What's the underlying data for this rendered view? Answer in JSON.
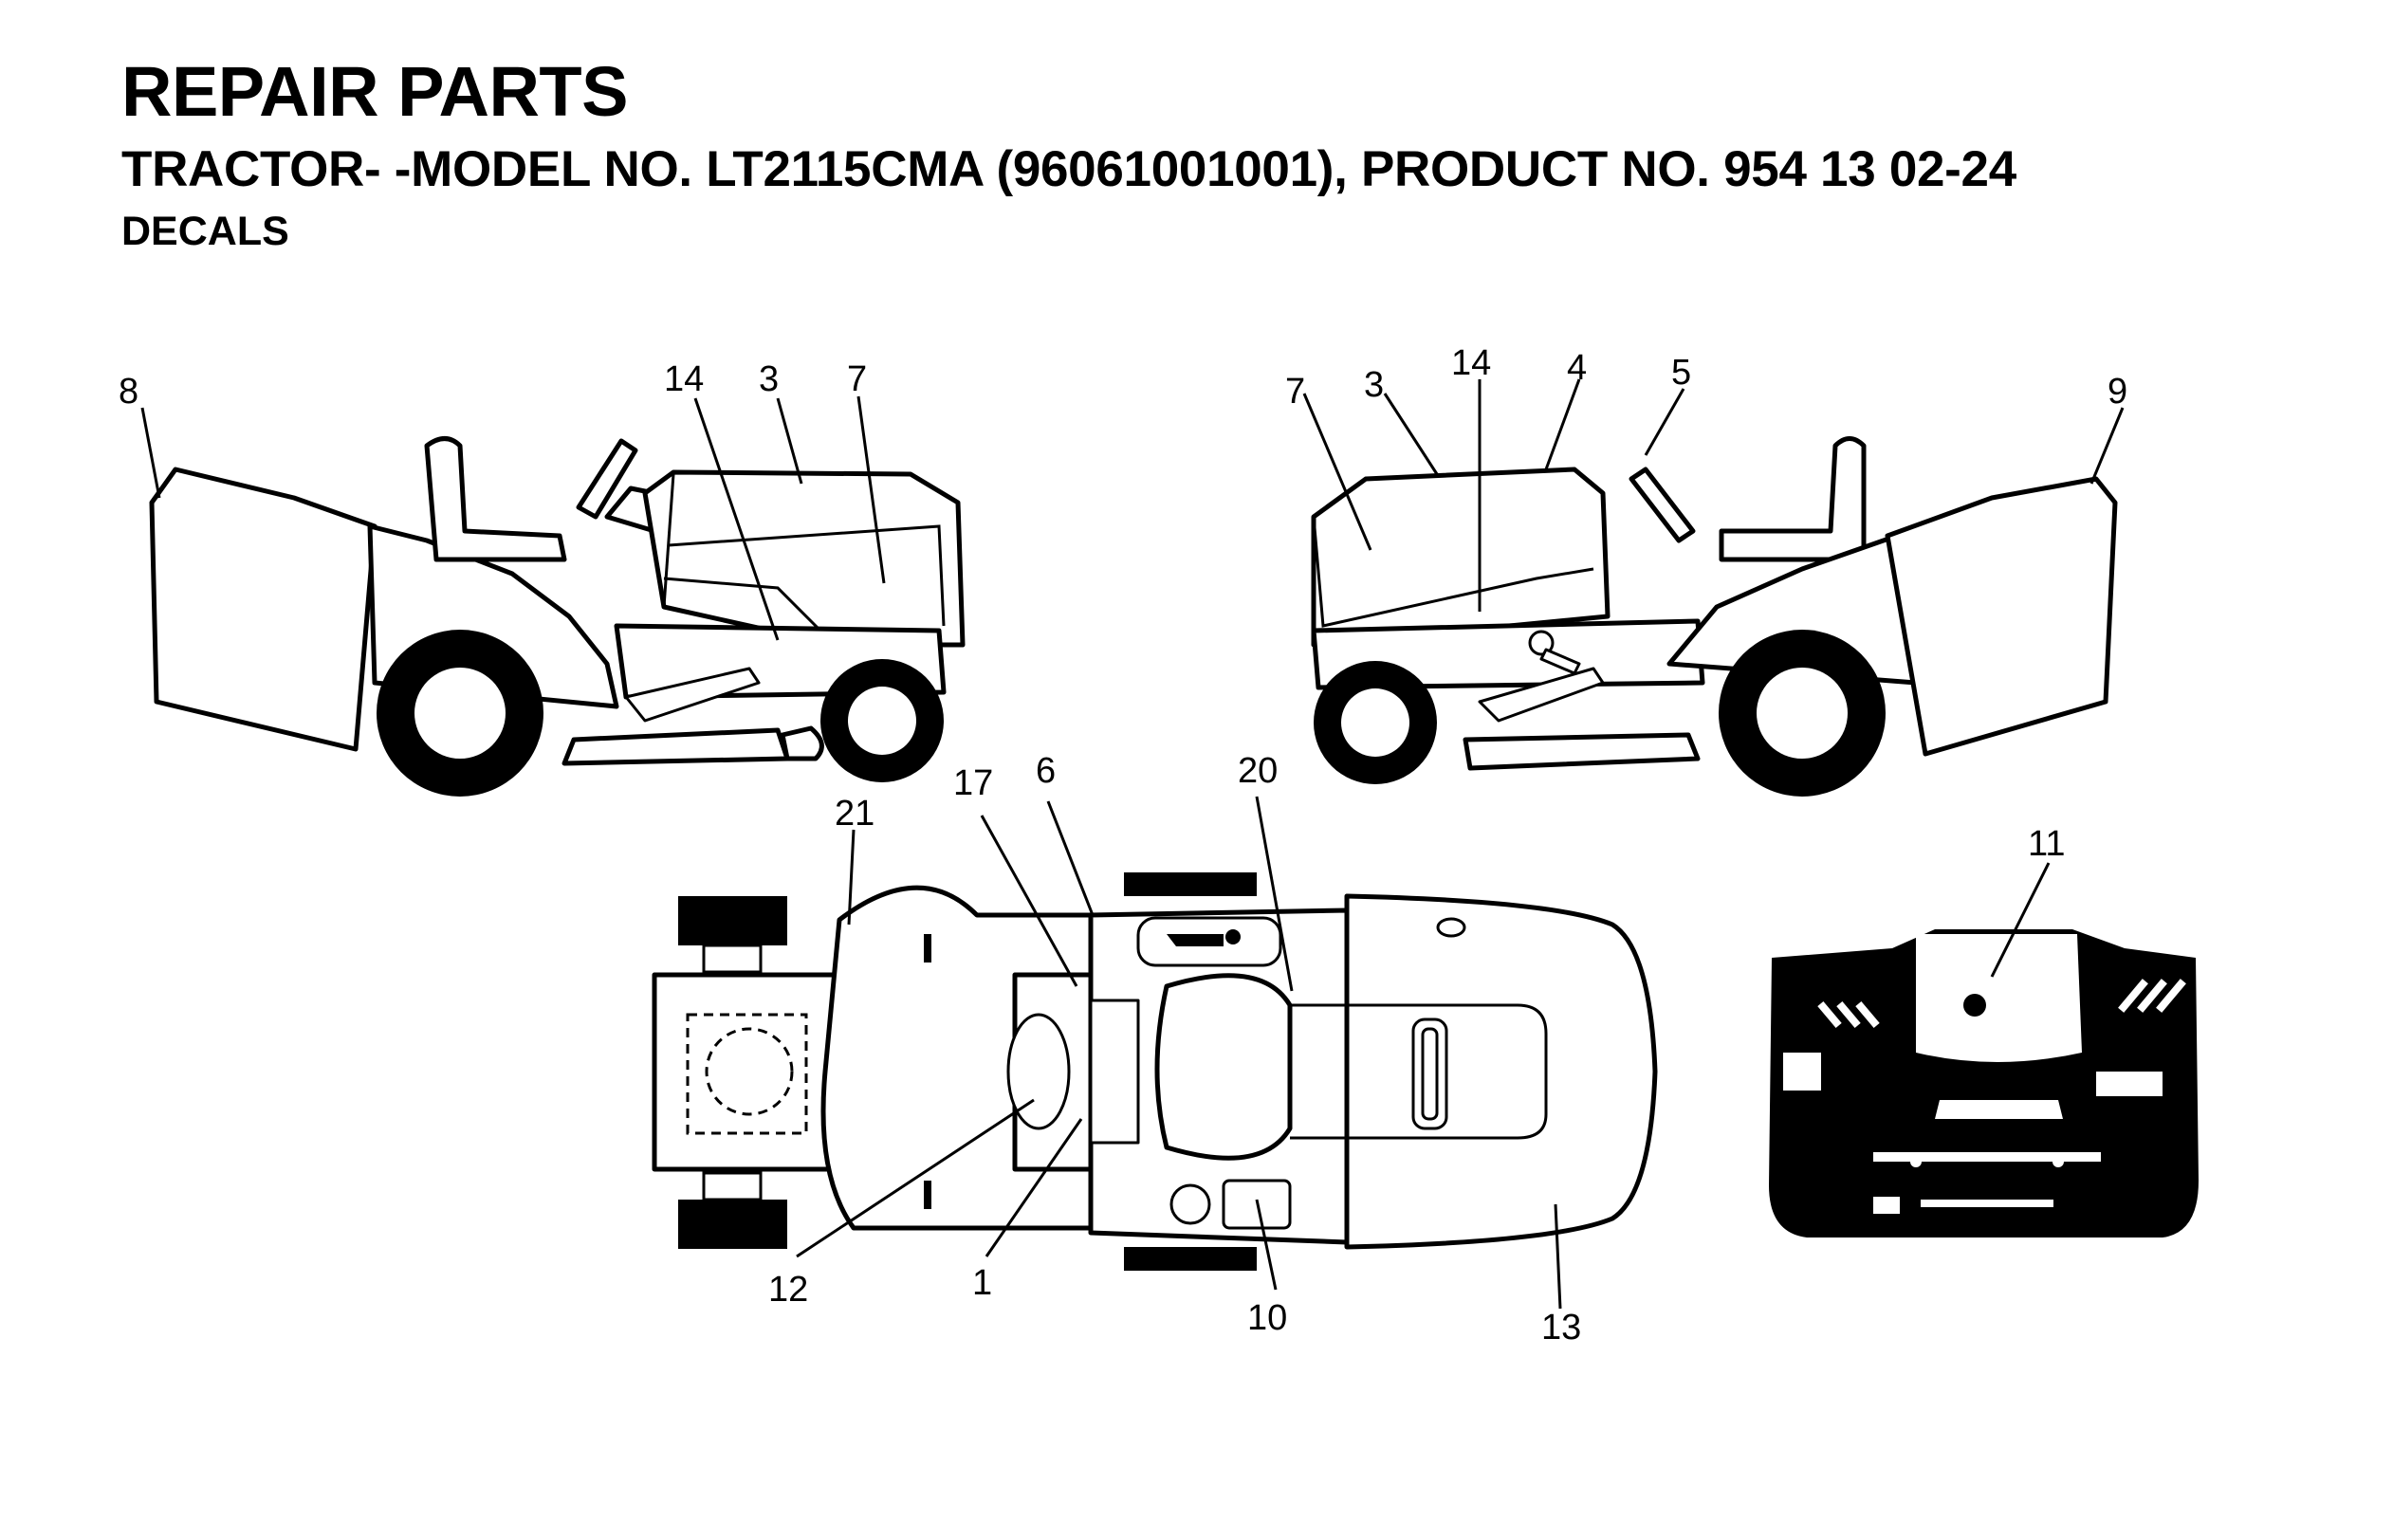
{
  "header": {
    "title": "REPAIR PARTS",
    "subtitle": "TRACTOR- -MODEL NO. LT2115CMA (96061001001), PRODUCT NO. 954 13 02-24",
    "section": "DECALS"
  },
  "callouts": {
    "left_view": [
      "8",
      "14",
      "3",
      "7"
    ],
    "right_view": [
      "7",
      "3",
      "14",
      "4",
      "5",
      "9"
    ],
    "top_view": [
      "21",
      "17",
      "6",
      "20",
      "12",
      "1",
      "10",
      "13"
    ],
    "dash_view": [
      "11"
    ]
  }
}
